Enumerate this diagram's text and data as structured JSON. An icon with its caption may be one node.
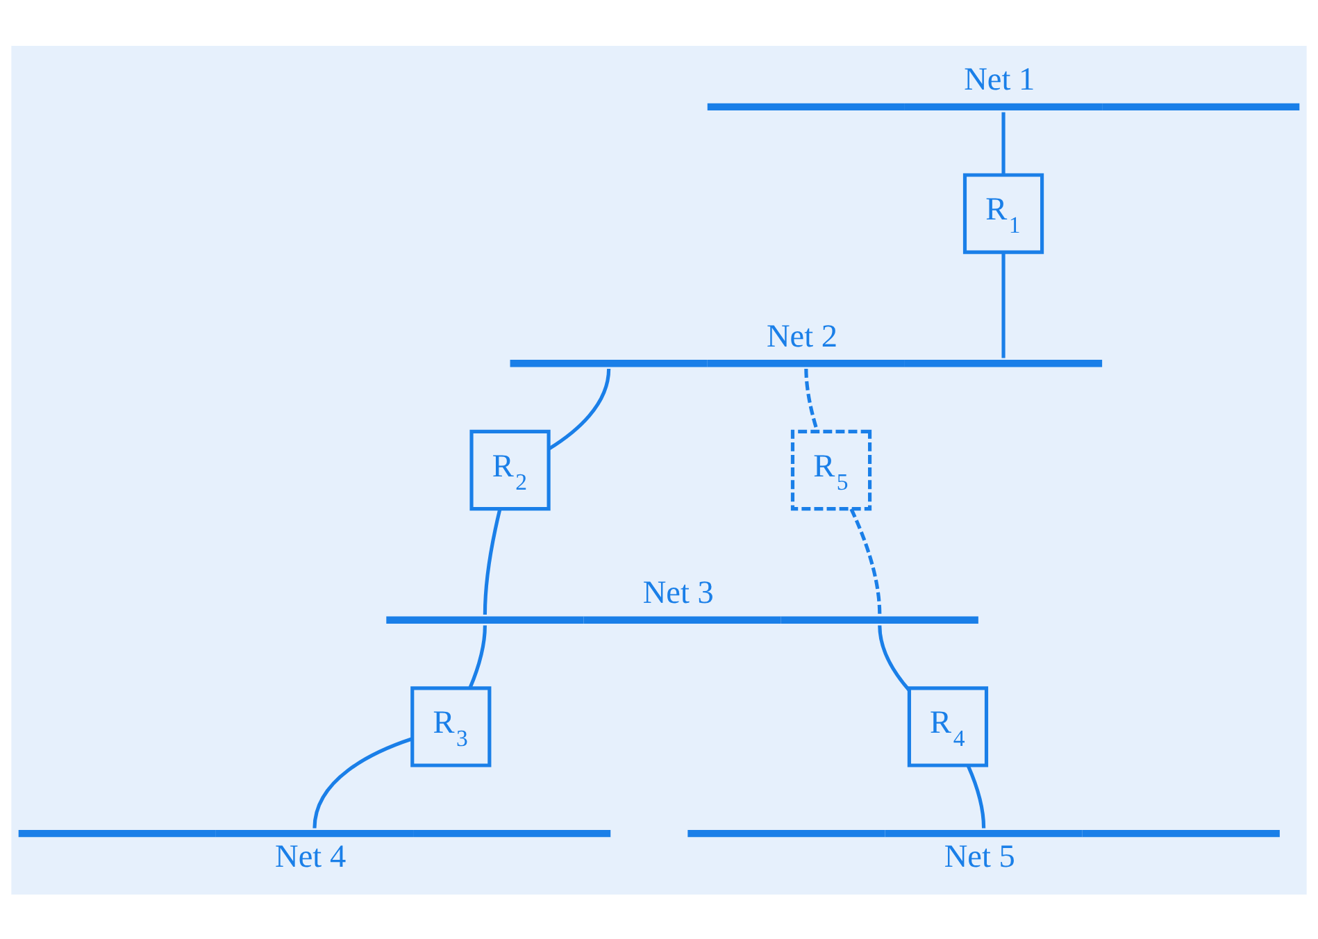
{
  "diagram": {
    "nodes": [
      {
        "text": [
          "Net 1"
        ]
      },
      {
        "text": [
          "R$_{1}$"
        ]
      },
      {
        "text": [
          "Net 2"
        ]
      },
      {
        "text": [
          "R$_{2}$"
        ]
      },
      {
        "text": [
          "R$_{5}$"
        ]
      },
      {
        "text": [
          "Net 3"
        ]
      },
      {
        "text": [
          "R$_{3}$"
        ]
      },
      {
        "text": [
          "R$_{4}$"
        ]
      },
      {
        "text": [
          "Net 4"
        ]
      },
      {
        "text": [
          "Net 5"
        ]
      }
    ],
    "edges": [
      {
        "from": 0,
        "to": 1,
        "arrow": "none"
      },
      {
        "from": 1,
        "to": 2,
        "arrow": "none"
      },
      {
        "from": 2,
        "to": 3,
        "arrow": "none"
      },
      {
        "from": 3,
        "to": 5,
        "arrow": "none"
      },
      {
        "from": 2,
        "to": 4,
        "arrow": "none",
        "style": "dashed"
      },
      {
        "from": 4,
        "to": 5,
        "arrow": "none",
        "style": "dashed"
      },
      {
        "from": 5,
        "to": 6,
        "arrow": "none"
      },
      {
        "from": 6,
        "to": 8,
        "arrow": "none"
      },
      {
        "from": 5,
        "to": 7,
        "arrow": "none"
      },
      {
        "from": 7,
        "to": 9,
        "arrow": "none"
      }
    ]
  }
}
